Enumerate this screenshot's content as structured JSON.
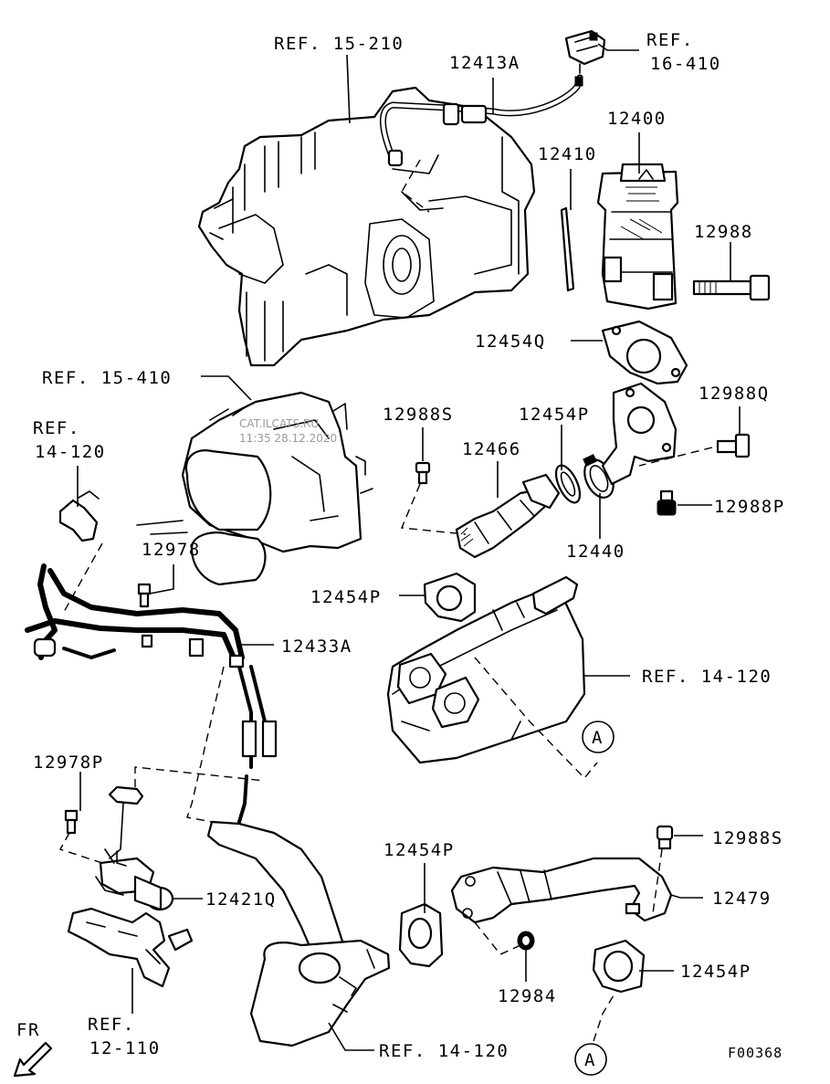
{
  "labels": {
    "ref_15_210": "REF. 15-210",
    "p_12413A": "12413A",
    "ref_16_410_a": "REF.",
    "ref_16_410_b": "16-410",
    "p_12400": "12400",
    "p_12410": "12410",
    "p_12988": "12988",
    "p_12454Q": "12454Q",
    "ref_15_410": "REF. 15-410",
    "ref_14_120_left_a": "REF.",
    "ref_14_120_left_b": "14-120",
    "p_12988S_top": "12988S",
    "p_12454P_top": "12454P",
    "p_12988Q": "12988Q",
    "p_12466": "12466",
    "p_12988P": "12988P",
    "p_12978": "12978",
    "p_12440": "12440",
    "p_12454P_mid": "12454P",
    "p_12433A": "12433A",
    "ref_14_120_mid": "REF. 14-120",
    "callout_a_top": "A",
    "p_12978P": "12978P",
    "p_12988S_bottom": "12988S",
    "p_12454P_bottom": "12454P",
    "p_12479": "12479",
    "p_12421Q": "12421Q",
    "p_12454P_right": "12454P",
    "p_12984": "12984",
    "ref_12_110_a": "REF.",
    "ref_12_110_b": "12-110",
    "fr": "FR",
    "callout_a_bottom": "A",
    "ref_14_120_bottom": "REF. 14-120",
    "figure_code": "F00368"
  },
  "watermark": {
    "line1": "CAT.ILCATS.RU",
    "line2": "11:35 28.12.2020"
  }
}
